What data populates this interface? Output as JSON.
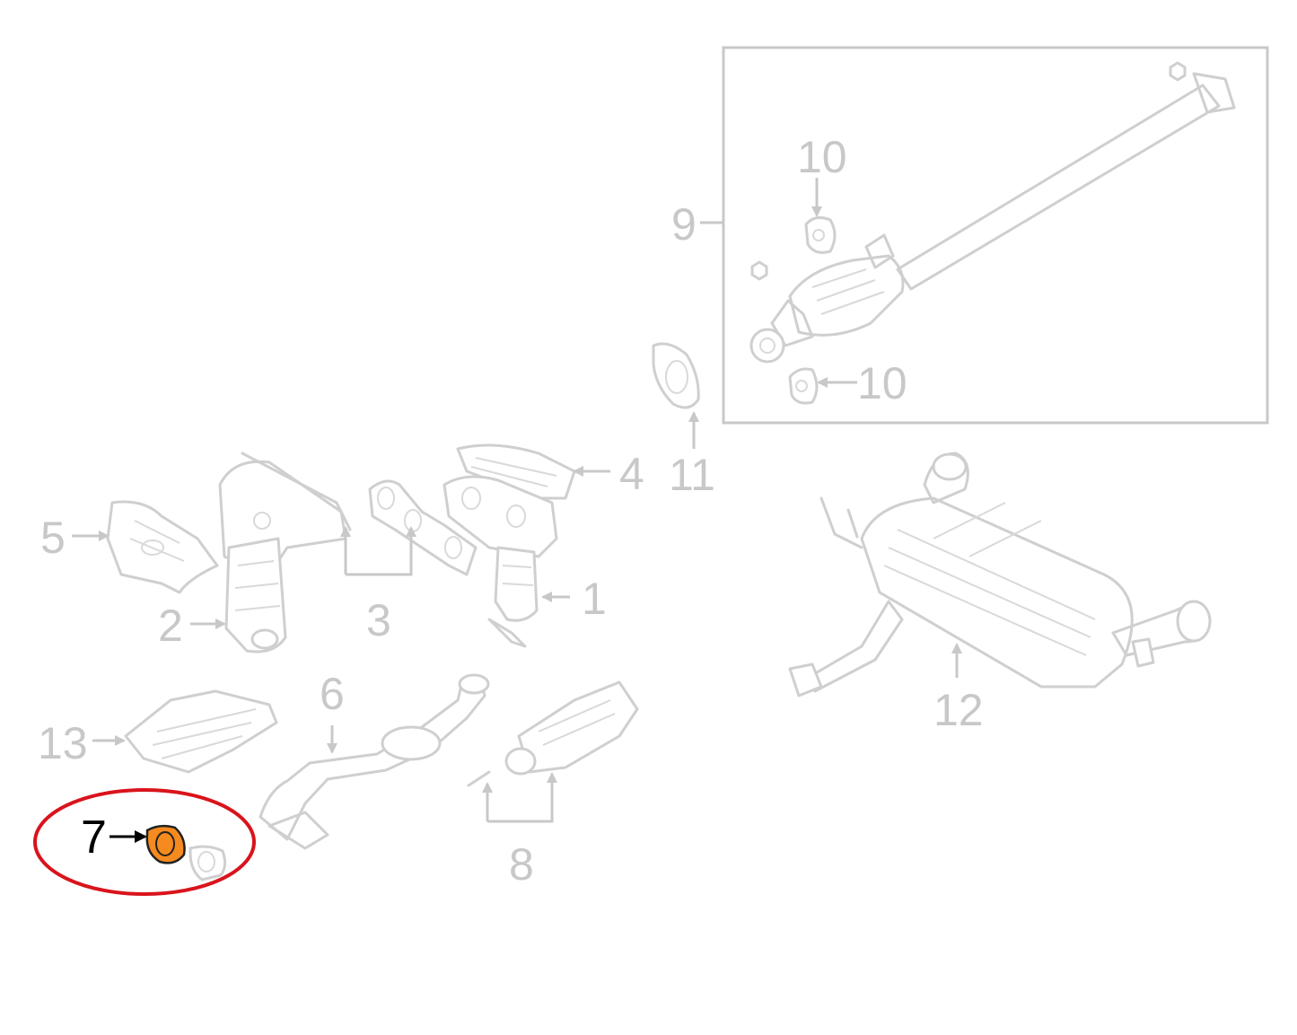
{
  "colors": {
    "line_art": "#cfcfcf",
    "labels": "#c8c8c8",
    "highlight_ring": "#d9141c",
    "highlight_part": "#f58a1f",
    "highlight_label": "#000000"
  },
  "callouts": {
    "c1": "1",
    "c2": "2",
    "c3": "3",
    "c4": "4",
    "c5": "5",
    "c6": "6",
    "c7": "7",
    "c8": "8",
    "c9": "9",
    "c10a": "10",
    "c10b": "10",
    "c11": "11",
    "c12": "12",
    "c13": "13"
  },
  "highlighted_callout": "7"
}
